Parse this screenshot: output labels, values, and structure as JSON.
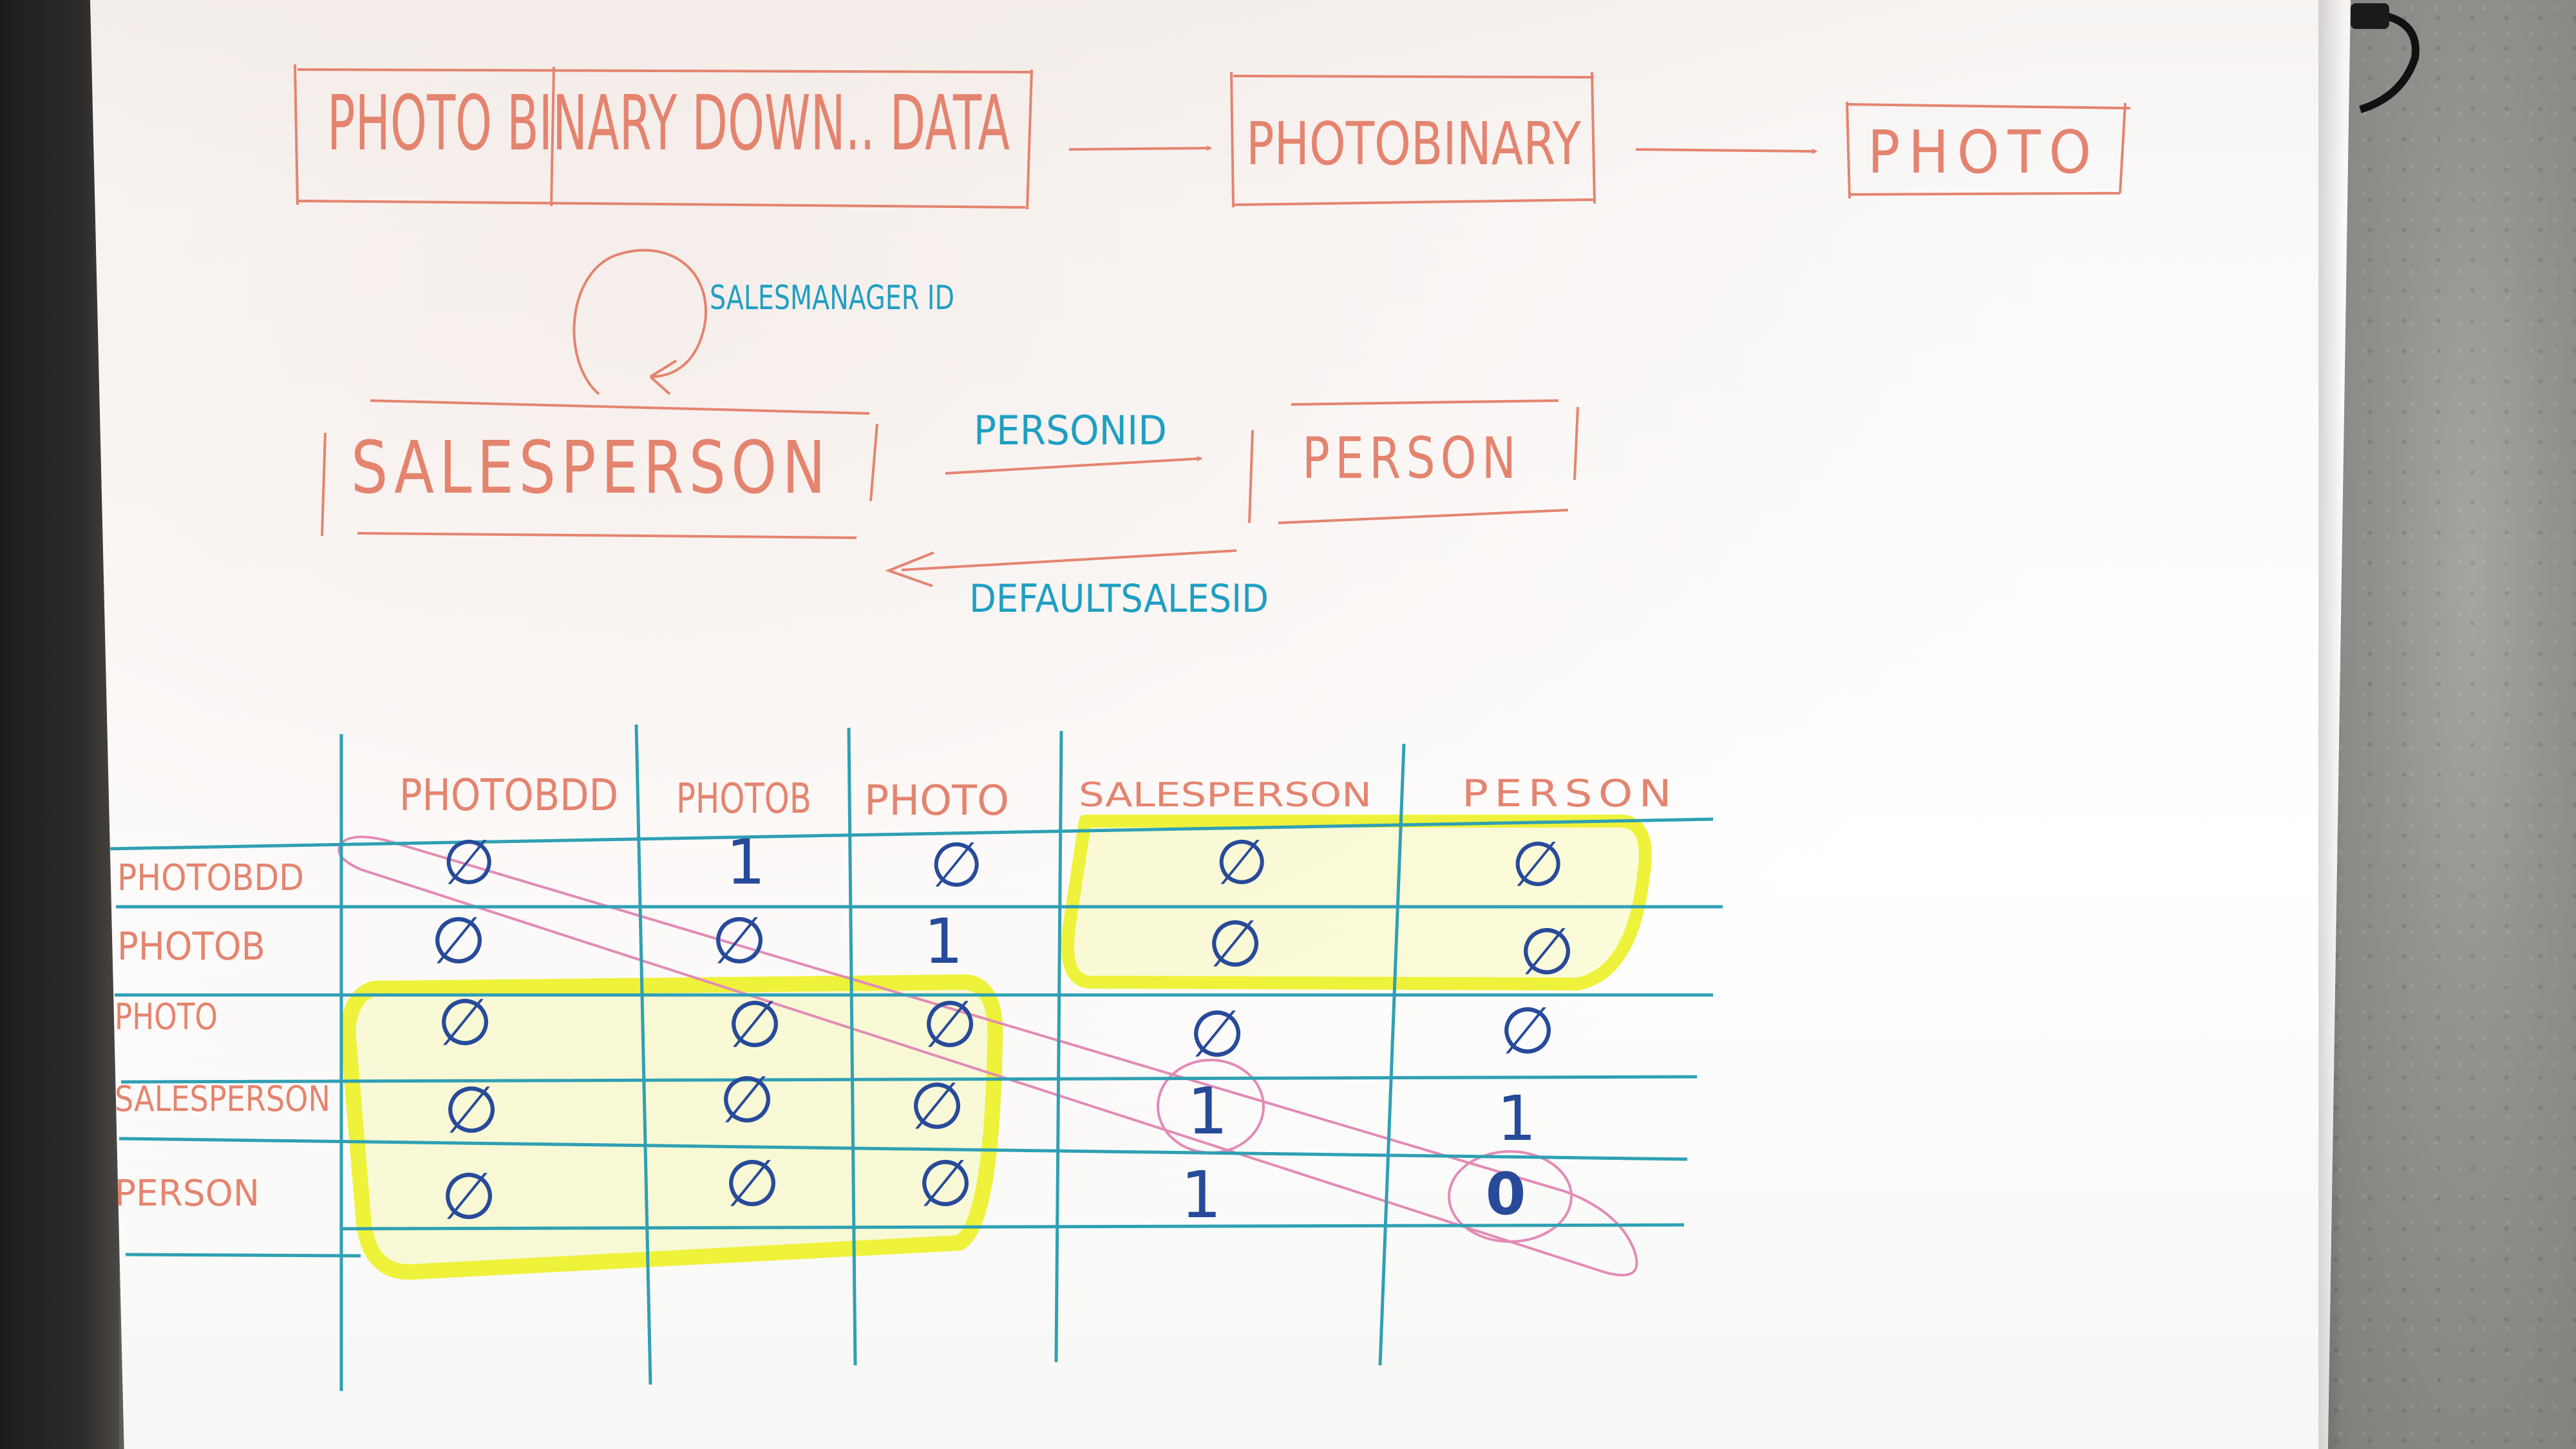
{
  "entities": {
    "photo_binary_download_data": "PHOTO BINARY DOWN.. DATA",
    "photobinary": "PHOTOBINARY",
    "photo": "PHOTO",
    "salesperson": "SALESPERSON",
    "person": "PERSON"
  },
  "relations": {
    "salesmanager_id": "SALESMANAGER ID",
    "person_id": "PERSONID",
    "default_sales_id": "DEFAULTSALESID"
  },
  "matrix": {
    "columns": [
      "PHOTOBDD",
      "PHOTOB",
      "PHOTO",
      "SALESPERSON",
      "PERSON"
    ],
    "rows": [
      {
        "label": "PHOTOBDD",
        "cells": [
          "∅",
          "1",
          "∅",
          "∅",
          "∅"
        ]
      },
      {
        "label": "PHOTOB",
        "cells": [
          "∅",
          "∅",
          "1",
          "∅",
          "∅"
        ]
      },
      {
        "label": "PHOTO",
        "cells": [
          "∅",
          "∅",
          "∅",
          "∅",
          "∅"
        ]
      },
      {
        "label": "SALESPERSON",
        "cells": [
          "∅",
          "∅",
          "∅",
          "1",
          "1"
        ]
      },
      {
        "label": "PERSON",
        "cells": [
          "∅",
          "∅",
          "∅",
          "1",
          "0"
        ]
      }
    ]
  },
  "colors": {
    "entity_ink": "#e4846f",
    "relation_ink": "#1f9fc2",
    "grid_ink": "#2fa0b4",
    "value_ink": "#274a9a",
    "highlighter_yellow": "#eef23a",
    "highlighter_pink": "#e28bb6"
  }
}
